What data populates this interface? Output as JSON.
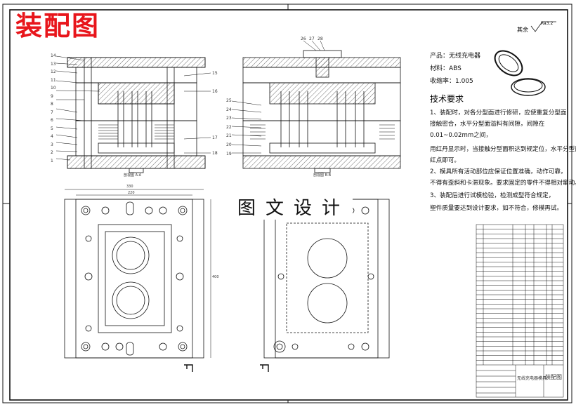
{
  "title": "装配图",
  "watermark": "图文设计",
  "roughness": {
    "label": "其余",
    "value": "Ra3.2"
  },
  "product": {
    "name_line": "产品：无线充电器",
    "material_line": "材料：ABS",
    "shrink_line": "收缩率：1.005"
  },
  "requirements": {
    "heading": "技术要求",
    "lines": [
      "1、装配时，对各分型面进行修研，应使重复分型面",
      "接触密合，水平分型面溢料有间隙，间隙在",
      "0.01~0.02mm之间，",
      "用红丹显示时，当接触分型面积达到规定位，水平分型面接近",
      "红点即可。",
      "2、模具所有活动部位应保证位置准确，动作可靠，",
      "不得有歪斜和卡滞现象。要求固定的零件不得相对窜动。",
      "3、装配后进行试模检验，检测成型符合规定，",
      "塑件质量要达到设计要求，如不符合，修模再试。"
    ]
  },
  "callouts_left": [
    "14",
    "13",
    "12",
    "11",
    "10",
    "9",
    "8",
    "7",
    "6",
    "5",
    "4",
    "3",
    "2",
    "1"
  ],
  "callouts_right_a": [
    "15",
    "16",
    "17",
    "18"
  ],
  "callouts_top": [
    "26",
    "27",
    "28"
  ],
  "callouts_left_b": [
    "25",
    "24",
    "23",
    "22",
    "21",
    "20",
    "19"
  ],
  "section_labels": {
    "a": "剖视图 A-A",
    "b": "剖视图 B-B"
  },
  "dims": {
    "plan_top": "330",
    "plan_top2": "220",
    "plan_side": "400"
  },
  "bom": {
    "rows": 30,
    "footer_title": "无线充电器模具",
    "footer_name": "装配图"
  },
  "colors": {
    "line": "#111111",
    "title": "#e8151b"
  }
}
